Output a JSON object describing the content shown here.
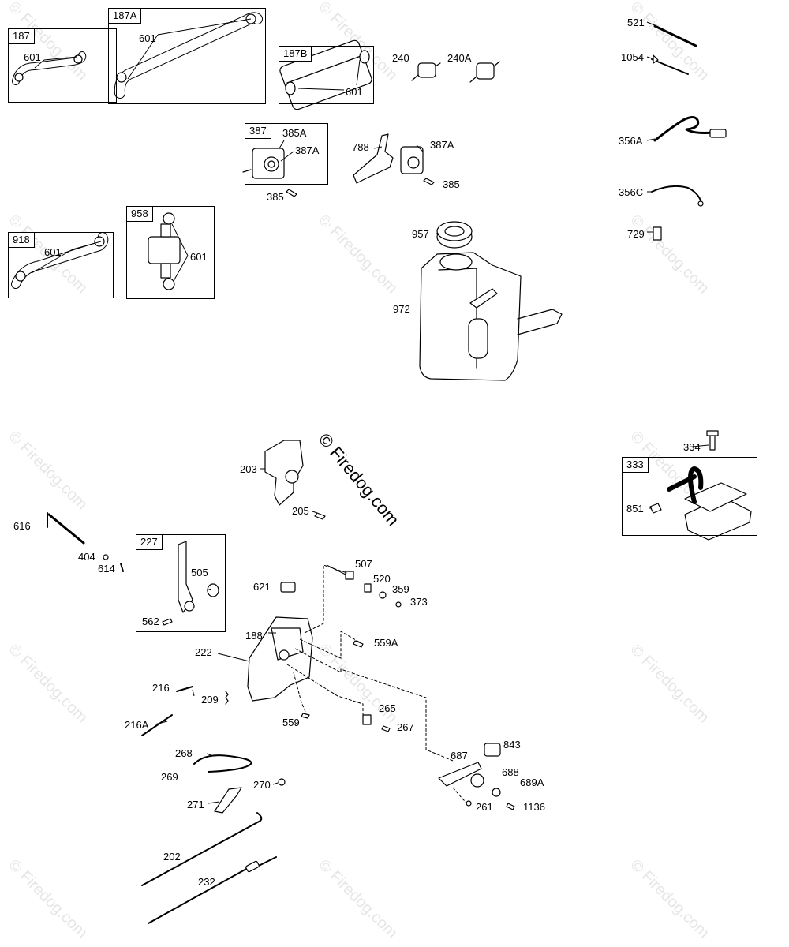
{
  "watermark": "© Firedog.com",
  "watermark_repeat": "© Firedog.com",
  "boxes": {
    "b187": "187",
    "b187A": "187A",
    "b187B": "187B",
    "b387": "387",
    "b958": "958",
    "b918": "918",
    "b333": "333",
    "b227": "227"
  },
  "labels": {
    "l601_187": "601",
    "l601_187A": "601",
    "l601_187B": "601",
    "l240": "240",
    "l240A": "240A",
    "l521": "521",
    "l1054": "1054",
    "l356A": "356A",
    "l356C": "356C",
    "l729": "729",
    "l385A": "385A",
    "l387A_box": "387A",
    "l385_box": "385",
    "l788": "788",
    "l387A": "387A",
    "l385": "385",
    "l957": "957",
    "l972": "972",
    "l601_918": "601",
    "l601_958": "601",
    "l203": "203",
    "l205": "205",
    "l334": "334",
    "l851": "851",
    "l616": "616",
    "l404": "404",
    "l614": "614",
    "l505": "505",
    "l562": "562",
    "l507": "507",
    "l520": "520",
    "l359": "359",
    "l373": "373",
    "l621": "621",
    "l188": "188",
    "l559A": "559A",
    "l222": "222",
    "l216": "216",
    "l209": "209",
    "l216A": "216A",
    "l559": "559",
    "l265": "265",
    "l267": "267",
    "l843": "843",
    "l687": "687",
    "l688": "688",
    "l689A": "689A",
    "l261": "261",
    "l1136": "1136",
    "l268": "268",
    "l269": "269",
    "l270": "270",
    "l271": "271",
    "l202": "202",
    "l232": "232"
  }
}
